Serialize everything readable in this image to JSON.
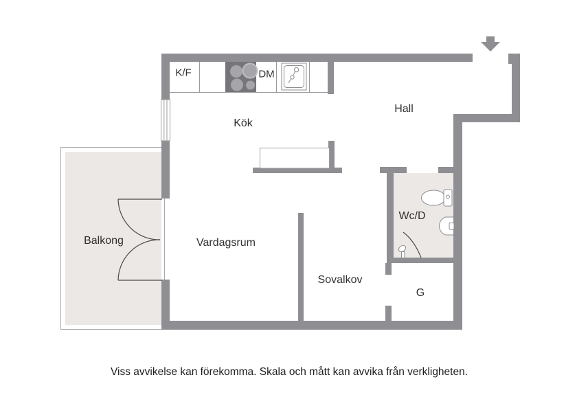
{
  "rooms": {
    "balkong": {
      "label": "Balkong"
    },
    "kok": {
      "label": "Kök"
    },
    "hall": {
      "label": "Hall"
    },
    "vardagsrum": {
      "label": "Vardagsrum"
    },
    "sovalkov": {
      "label": "Sovalkov"
    },
    "wcd": {
      "label": "Wc/D"
    },
    "garderob": {
      "label": "G"
    }
  },
  "kitchen": {
    "fridge_freezer_label": "K/F",
    "dishwasher_label": "DM"
  },
  "footer": {
    "disclaimer": "Viss avvikelse kan förekomma. Skala och mått kan avvika från verkligheten."
  },
  "icons": {
    "entrance": "entrance-arrow-icon",
    "balcony_doors": "double-door-icon",
    "window": "window-icon",
    "stove": "stove-hob-icon",
    "sink": "kitchen-sink-icon",
    "toilet": "toilet-icon",
    "washbasin": "washbasin-icon",
    "shower": "shower-head-icon"
  },
  "colors": {
    "wall": "#8f8f93",
    "thin_line": "#9a9a9e",
    "room_fill": "#ebe8e5",
    "stove": "#767579",
    "burner": "#a6a5a9",
    "door_line": "#4a4a4a",
    "text": "#2f2f2f"
  }
}
